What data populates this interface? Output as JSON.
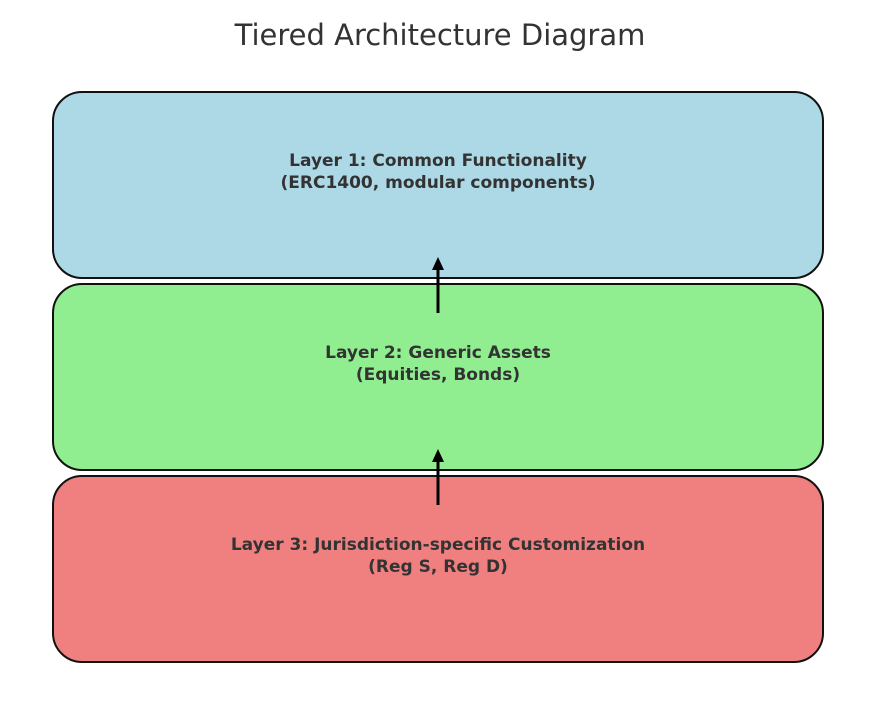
{
  "title": "Tiered Architecture Diagram",
  "layers": [
    {
      "heading": "Layer 1: Common Functionality",
      "detail": "(ERC1400, modular components)",
      "color": "#add8e6"
    },
    {
      "heading": "Layer 2: Generic Assets",
      "detail": "(Equities, Bonds)",
      "color": "#90ee90"
    },
    {
      "heading": "Layer 3: Jurisdiction-specific Customization",
      "detail": "(Reg S, Reg D)",
      "color": "#f08080"
    }
  ],
  "arrows": [
    {
      "from": "Layer 2: Generic Assets",
      "to": "Layer 1: Common Functionality"
    },
    {
      "from": "Layer 3: Jurisdiction-specific Customization",
      "to": "Layer 2: Generic Assets"
    }
  ]
}
